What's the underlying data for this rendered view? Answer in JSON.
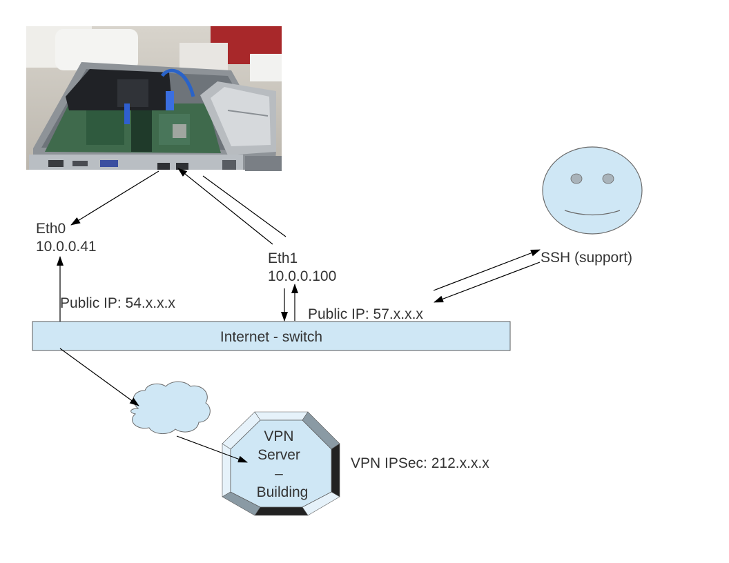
{
  "colors": {
    "shape_fill": "#cfe7f5",
    "shape_stroke": "#5a5a5a",
    "text": "#333333",
    "line": "#000000",
    "bevel_light": "#e6f2fa",
    "bevel_mid": "#8a9aa4",
    "bevel_dark": "#222222"
  },
  "server_photo": {
    "icon": "server-chassis-photo-icon"
  },
  "eth0": {
    "name": "Eth0",
    "ip": "10.0.0.41"
  },
  "eth1": {
    "name": "Eth1",
    "ip": "10.0.0.100"
  },
  "switch": {
    "label": "Internet - switch"
  },
  "public_ip_left": "Public IP: 54.x.x.x",
  "public_ip_right": "Public IP: 57.x.x.x",
  "support": {
    "label": "SSH (support)",
    "icon": "smiley-face-icon"
  },
  "cloud": {
    "icon": "cloud-icon"
  },
  "vpn_server": {
    "line1": "VPN",
    "line2": "Server",
    "line3": "–",
    "line4": "Building"
  },
  "vpn_ipsec": "VPN IPSec: 212.x.x.x"
}
